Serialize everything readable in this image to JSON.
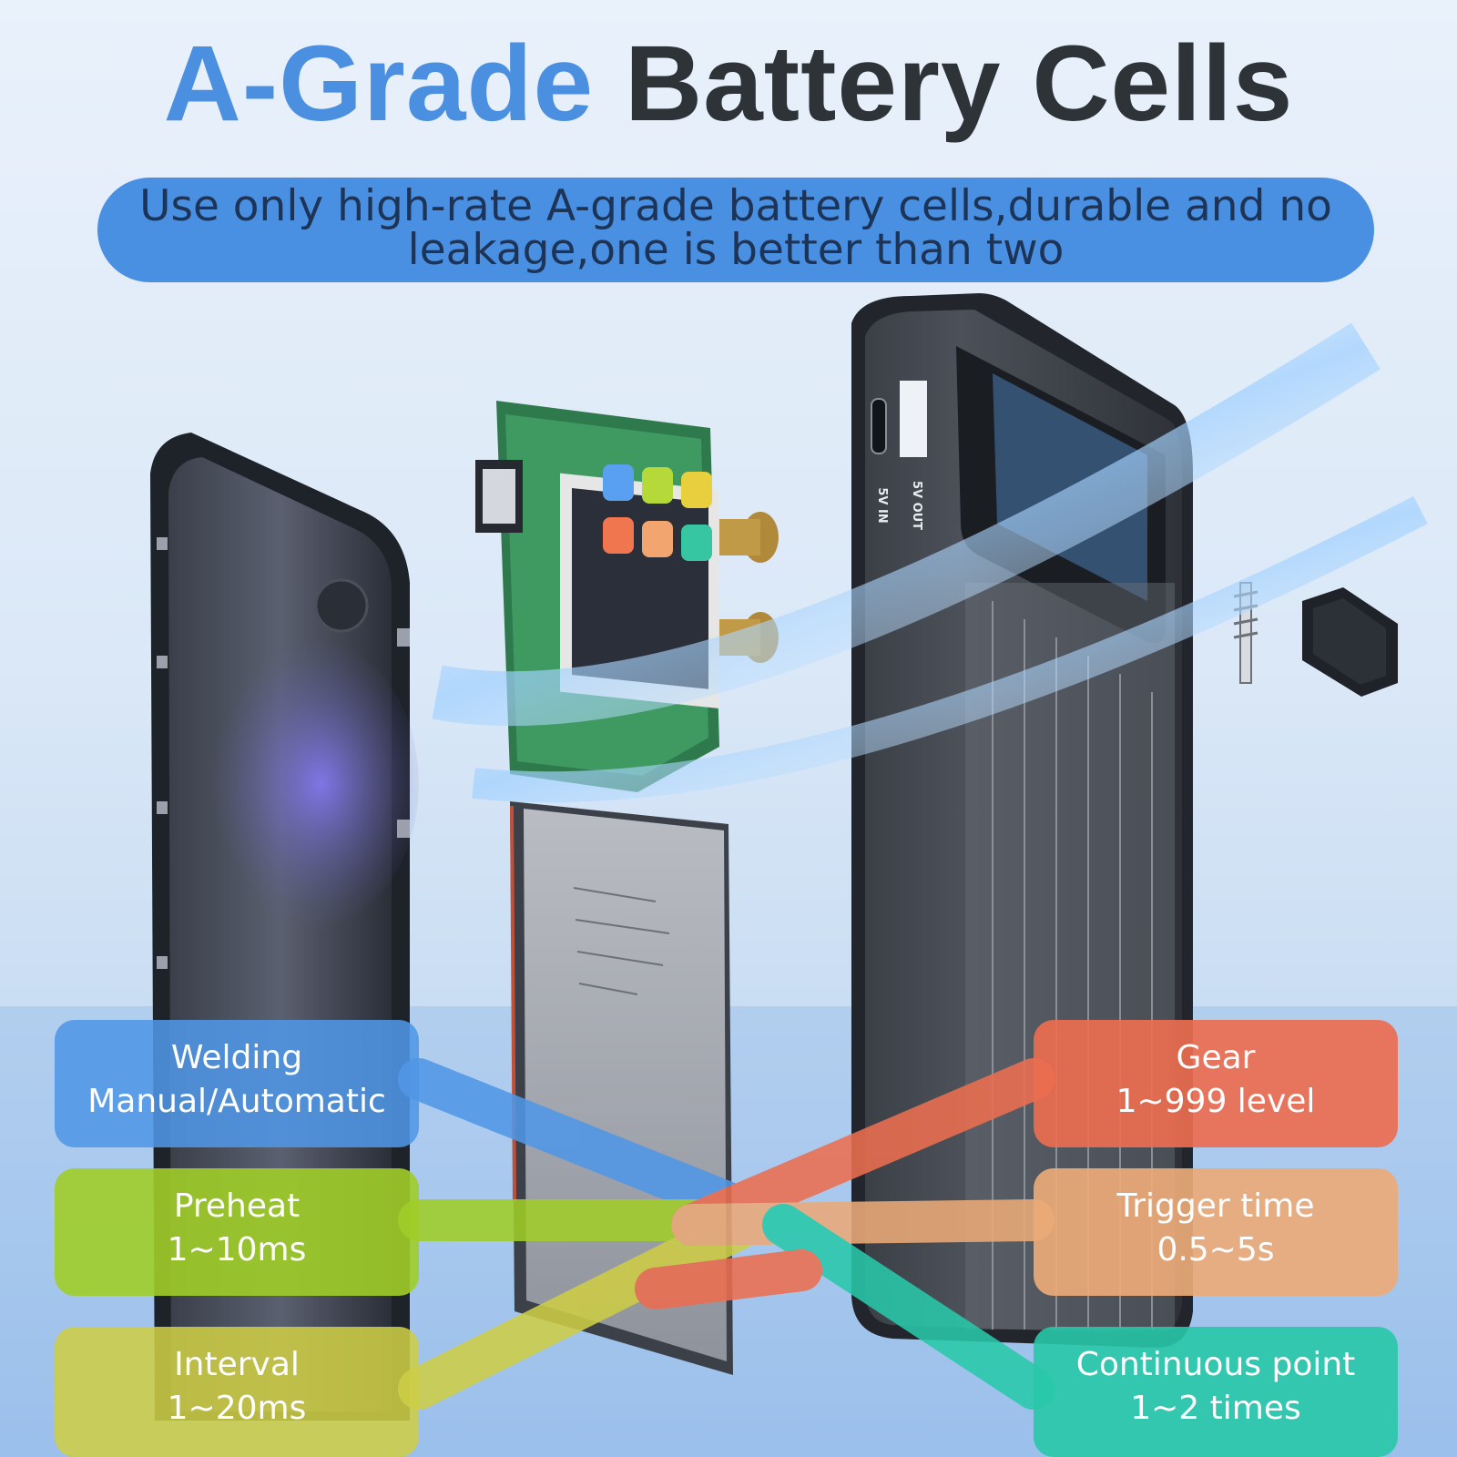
{
  "title": {
    "accent": "A-Grade",
    "rest": "Battery Cells"
  },
  "subtitle": {
    "line1": "Use only high-rate A-grade battery cells,durable and no",
    "line2": "leakage,one is better than two"
  },
  "device_labels": {
    "port_out": "5V OUT",
    "port_in": "5V IN"
  },
  "specs": {
    "welding": {
      "name": "Welding",
      "value": "Manual/Automatic"
    },
    "preheat": {
      "name": "Preheat",
      "value": "1~10ms"
    },
    "interval": {
      "name": "Interval",
      "value": "1~20ms"
    },
    "gear": {
      "name": "Gear",
      "value": "1~999 level"
    },
    "trigger": {
      "name": "Trigger time",
      "value": "0.5~5s"
    },
    "continuous": {
      "name": "Continuous point",
      "value": "1~2 times"
    }
  },
  "colors": {
    "accent_blue": "#4a8fe0",
    "title_dark": "#2e3338",
    "pill_blue": "#4a90e2",
    "welding_blue": "#5096e6",
    "preheat_green": "#a0cd28",
    "interval_olive": "#cdcd46",
    "gear_red": "#ec6e50",
    "trigger_peach": "#ebaa78",
    "continuous_teal": "#28c8aa"
  }
}
